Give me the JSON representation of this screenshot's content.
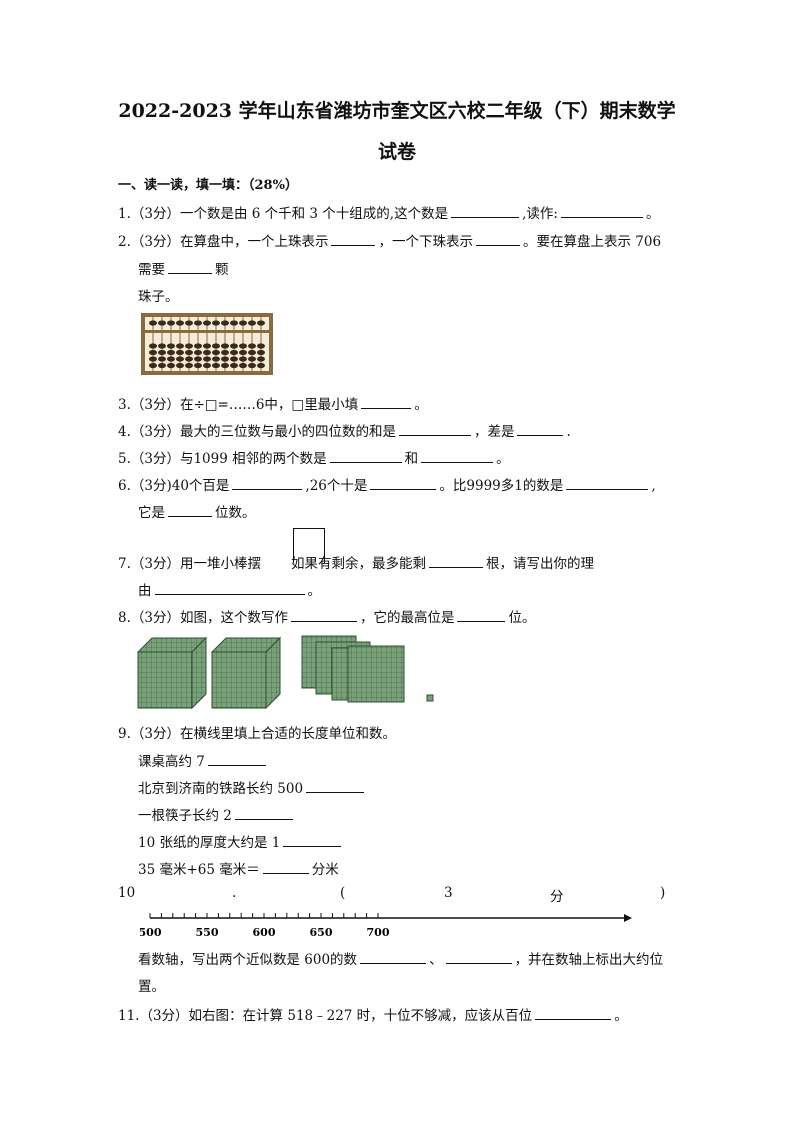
{
  "title_line1": "2022-2023 学年山东省潍坊市奎文区六校二年级（下）期末数学",
  "title_line2": "试卷",
  "section1": "一、读一读，填一填：（28%）",
  "q1": {
    "a": "1.（3分）一个数是由 6 个千和 3 个十组成的,这个数是",
    "b": ",读作:",
    "c": "。"
  },
  "q2": {
    "a": "2.（3分）在算盘中，一个上珠表示",
    "b": "，一个下珠表示",
    "c": "。要在算盘上表示 706",
    "d": "需要",
    "e": "颗",
    "f": "珠子。"
  },
  "q3": {
    "a": "3.（3分）在÷□=……6中，□里最小填",
    "b": "。"
  },
  "q4": {
    "a": "4.（3分）最大的三位数与最小的四位数的和是",
    "b": "，差是",
    "c": "."
  },
  "q5": {
    "a": "5.（3分）与1099 相邻的两个数是",
    "b": "和",
    "c": "。"
  },
  "q6": {
    "a": "6.（3分)40个百是",
    "b": ",26个十是",
    "c": "。比9999多1的数是",
    "d": ",",
    "e": "它是",
    "f": "位数。"
  },
  "q7": {
    "a": "7.（3分）用一堆小棒摆",
    "b": "如果有剩余，最多能剩",
    "c": "根，请写出你的理",
    "d": "由",
    "e": "。"
  },
  "q8": {
    "a": "8.（3分）如图，这个数写作",
    "b": "，它的最高位是",
    "c": "位。"
  },
  "q9": {
    "a": "9.（3分）在横线里填上合适的长度单位和数。",
    "b": "课桌高约 7",
    "c": "北京到济南的铁路长约 500",
    "d": "一根筷子长约 2",
    "e": "10 张纸的厚度大约是 1",
    "f": "35 毫米+65 毫米＝",
    "g": "分米"
  },
  "q10": {
    "n": "10",
    ".": ".",
    "p1": "(",
    "s": "3",
    "f": "分",
    "p2": ")",
    "ticks": [
      "500",
      "550",
      "600",
      "650",
      "700"
    ],
    "b": "看数轴，写出两个近似数是 600的数",
    "c": "、",
    "d": "，并在数轴上标出大约位",
    "e": "置。"
  },
  "q11": {
    "a": "11.（3分）如右图：在计算 518﹣227 时，十位不够减，应该从百位",
    "b": "。"
  }
}
